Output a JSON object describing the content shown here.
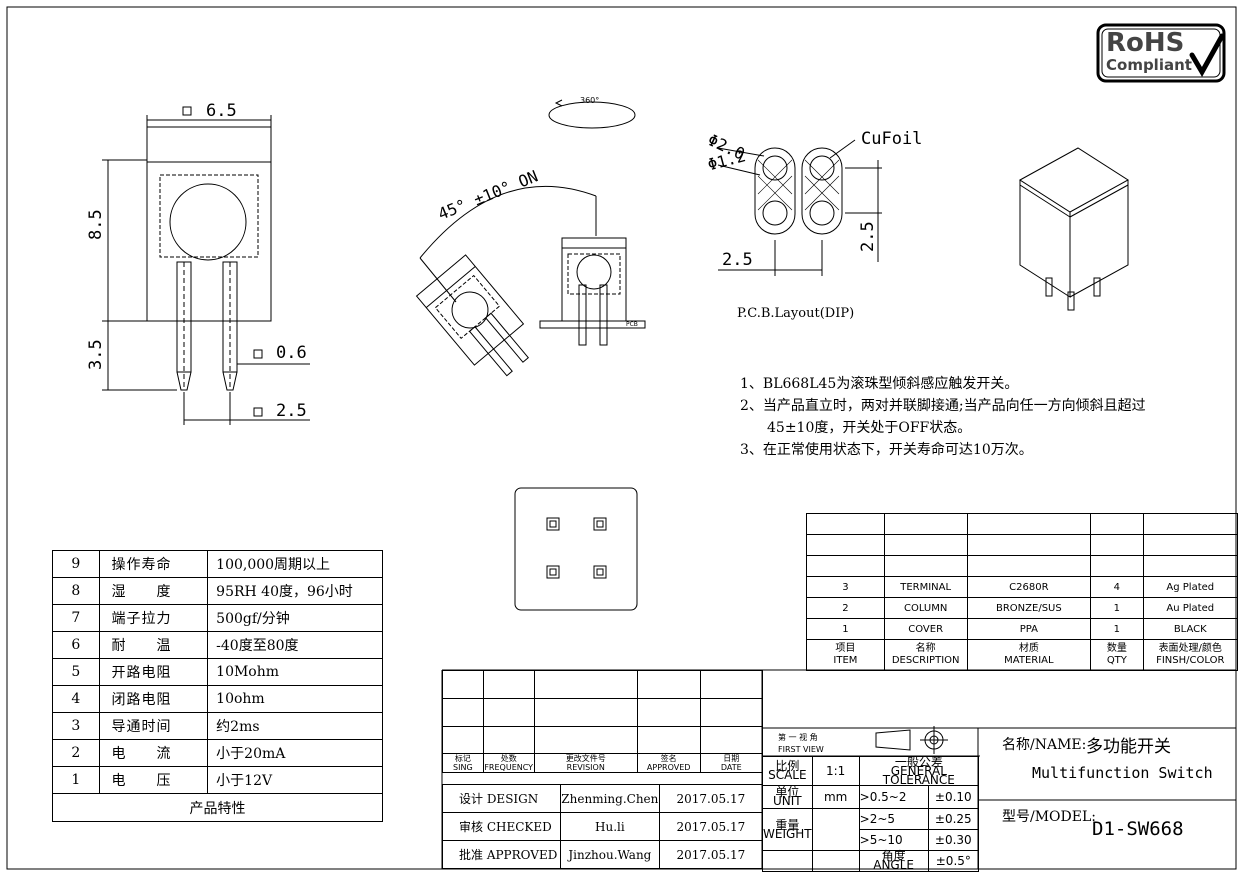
{
  "logo": {
    "line1": "RoHS",
    "line2": "Compliant"
  },
  "dims": {
    "width": "6.5",
    "height": "8.5",
    "pin_length": "3.5",
    "pin_width": "0.6",
    "pin_pitch": "2.5",
    "rotation": "360°",
    "tilt_angle": "45° ±10° ON",
    "hole_outer": "Φ2.0",
    "hole_inner": "Φ1.2",
    "cufoil": "CuFoil",
    "pcb_pitch_x": "2.5",
    "pcb_pitch_y": "2.5",
    "pcb_tag": "PCB"
  },
  "pcb_layout_label": "P.C.B.Layout(DIP)",
  "notes": [
    "1、BL668L45为滚珠型倾斜感应触发开关。",
    "2、当产品直立时，两对并联脚接通;当产品向任一方向倾斜且超过",
    "45±10度，开关处于OFF状态。",
    "3、在正常使用状态下，开关寿命可达10万次。"
  ],
  "specs": {
    "rows": [
      {
        "no": "9",
        "item": "操作寿命",
        "value": "100,000周期以上"
      },
      {
        "no": "8",
        "item": "湿　　度",
        "value": "95RH 40度，96小时"
      },
      {
        "no": "7",
        "item": "端子拉力",
        "value": "500gf/分钟"
      },
      {
        "no": "6",
        "item": "耐　　温",
        "value": "-40度至80度"
      },
      {
        "no": "5",
        "item": "开路电阻",
        "value": "10Mohm"
      },
      {
        "no": "4",
        "item": "闭路电阻",
        "value": "10ohm"
      },
      {
        "no": "3",
        "item": "导通时间",
        "value": "约2ms"
      },
      {
        "no": "2",
        "item": "电　　流",
        "value": "小于20mA"
      },
      {
        "no": "1",
        "item": "电　　压",
        "value": "小于12V"
      }
    ],
    "footer": "产品特性"
  },
  "bom": {
    "rows": [
      {
        "item": "3",
        "desc": "TERMINAL",
        "material": "C2680R",
        "qty": "4",
        "finish": "Ag Plated"
      },
      {
        "item": "2",
        "desc": "COLUMN",
        "material": "BRONZE/SUS",
        "qty": "1",
        "finish": "Au Plated"
      },
      {
        "item": "1",
        "desc": "COVER",
        "material": "PPA",
        "qty": "1",
        "finish": "BLACK"
      }
    ],
    "header": {
      "item": "项目",
      "item_en": "ITEM",
      "desc": "名称",
      "desc_en": "DESCRIPTION",
      "material": "材质",
      "material_en": "MATERIAL",
      "qty": "数量",
      "qty_en": "QTY",
      "finish": "表面处理/颜色",
      "finish_en": "FINSH/COLOR"
    }
  },
  "revision": {
    "mark": "标记",
    "mark_en": "SING",
    "freq": "处数",
    "freq_en": "FREQUENCY",
    "doc": "更改文件号",
    "doc_en": "REVISION",
    "sign": "签名",
    "sign_en": "APPROVED",
    "date": "日期",
    "date_en": "DATE"
  },
  "signoff": [
    {
      "role": "设计 DESIGN",
      "name": "Zhenming.Chen",
      "date": "2017.05.17"
    },
    {
      "role": "审核 CHECKED",
      "name": "Hu.li",
      "date": "2017.05.17"
    },
    {
      "role": "批准 APPROVED",
      "name": "Jinzhou.Wang",
      "date": "2017.05.17"
    }
  ],
  "projection": {
    "cn": "第 一 视 角",
    "en": "FIRST VIEW"
  },
  "scale": {
    "label": "比例",
    "label_en": "SCALE",
    "value": "1:1"
  },
  "unit": {
    "label": "单位",
    "label_en": "UNIT",
    "value": "mm"
  },
  "weight": {
    "label": "重量",
    "label_en": "WEIGHT"
  },
  "angle_label": {
    "label": "角度",
    "label_en": "ANGLE"
  },
  "tolerance": {
    "title": "一般公差",
    "title_en": "GENERAL TOLERANCE",
    "rows": [
      {
        "range": ">0.5~2",
        "value": "±0.10"
      },
      {
        "range": ">2~5",
        "value": "±0.25"
      },
      {
        "range": ">5~10",
        "value": "±0.30"
      }
    ],
    "angle_value": "±0.5°"
  },
  "name": {
    "label": "名称/NAME:",
    "cn": "多功能开关",
    "en": "Multifunction Switch"
  },
  "model": {
    "label": "型号/MODEL:",
    "value": "D1-SW668"
  }
}
